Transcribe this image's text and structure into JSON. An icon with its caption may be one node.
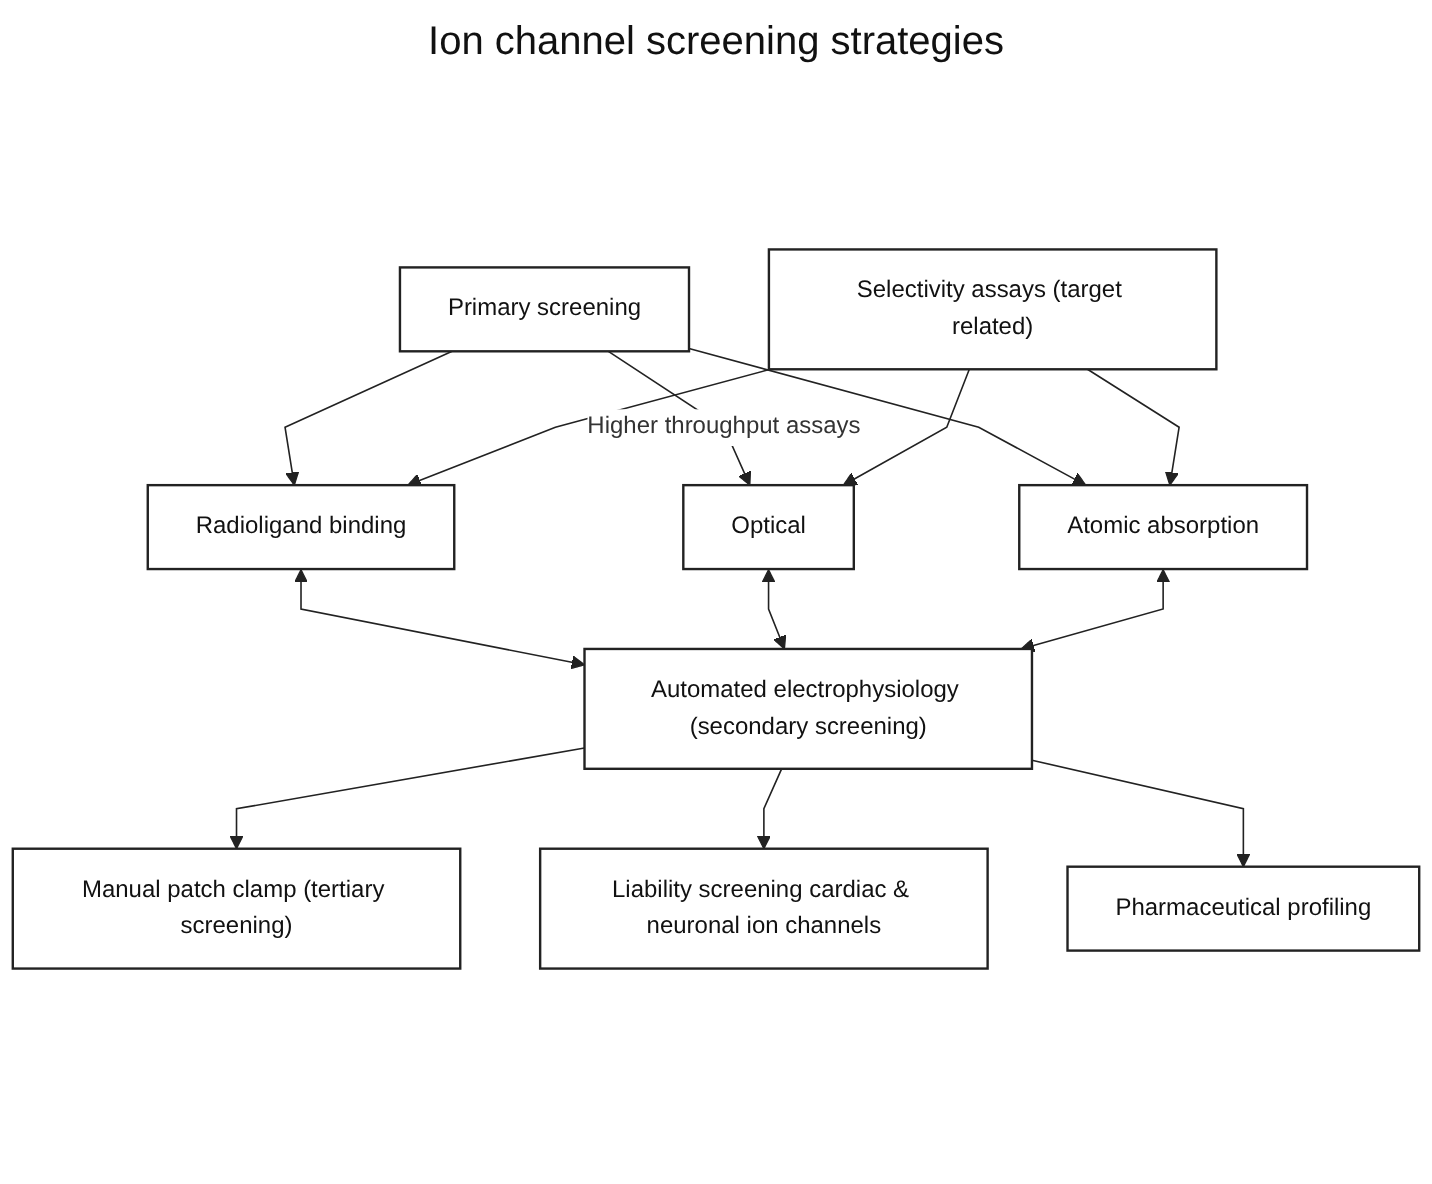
{
  "diagram": {
    "title": "Ion channel screening strategies",
    "nodes": [
      {
        "text": [
          "Primary screening"
        ]
      },
      {
        "text": [
          "Selectivity assays (target related)"
        ]
      },
      {
        "text": [
          "Radioligand binding"
        ]
      },
      {
        "text": [
          "Optical"
        ]
      },
      {
        "text": [
          "Atomic absorption"
        ]
      },
      {
        "text": [
          "Automated electrophysiology (secondary screening)"
        ]
      },
      {
        "text": [
          "Manual patch clamp (tertiary screening)"
        ]
      },
      {
        "text": [
          "Liability screening cardiac & neuronal ion channels"
        ]
      },
      {
        "text": [
          "Pharmaceutical profiling"
        ]
      }
    ],
    "edges": [
      {
        "from": 0,
        "to": 2,
        "arrow": "to"
      },
      {
        "from": 0,
        "to": 3,
        "arrow": "to",
        "label": "Higher throughput assays"
      },
      {
        "from": 0,
        "to": 4,
        "arrow": "to"
      },
      {
        "from": 1,
        "to": 2,
        "arrow": "to"
      },
      {
        "from": 1,
        "to": 3,
        "arrow": "to"
      },
      {
        "from": 1,
        "to": 4,
        "arrow": "to"
      },
      {
        "from": 2,
        "to": 5,
        "arrow": "both"
      },
      {
        "from": 3,
        "to": 5,
        "arrow": "both"
      },
      {
        "from": 4,
        "to": 5,
        "arrow": "both"
      },
      {
        "from": 5,
        "to": 6,
        "arrow": "to"
      },
      {
        "from": 5,
        "to": 7,
        "arrow": "to"
      },
      {
        "from": 5,
        "to": 8,
        "arrow": "to"
      }
    ]
  }
}
